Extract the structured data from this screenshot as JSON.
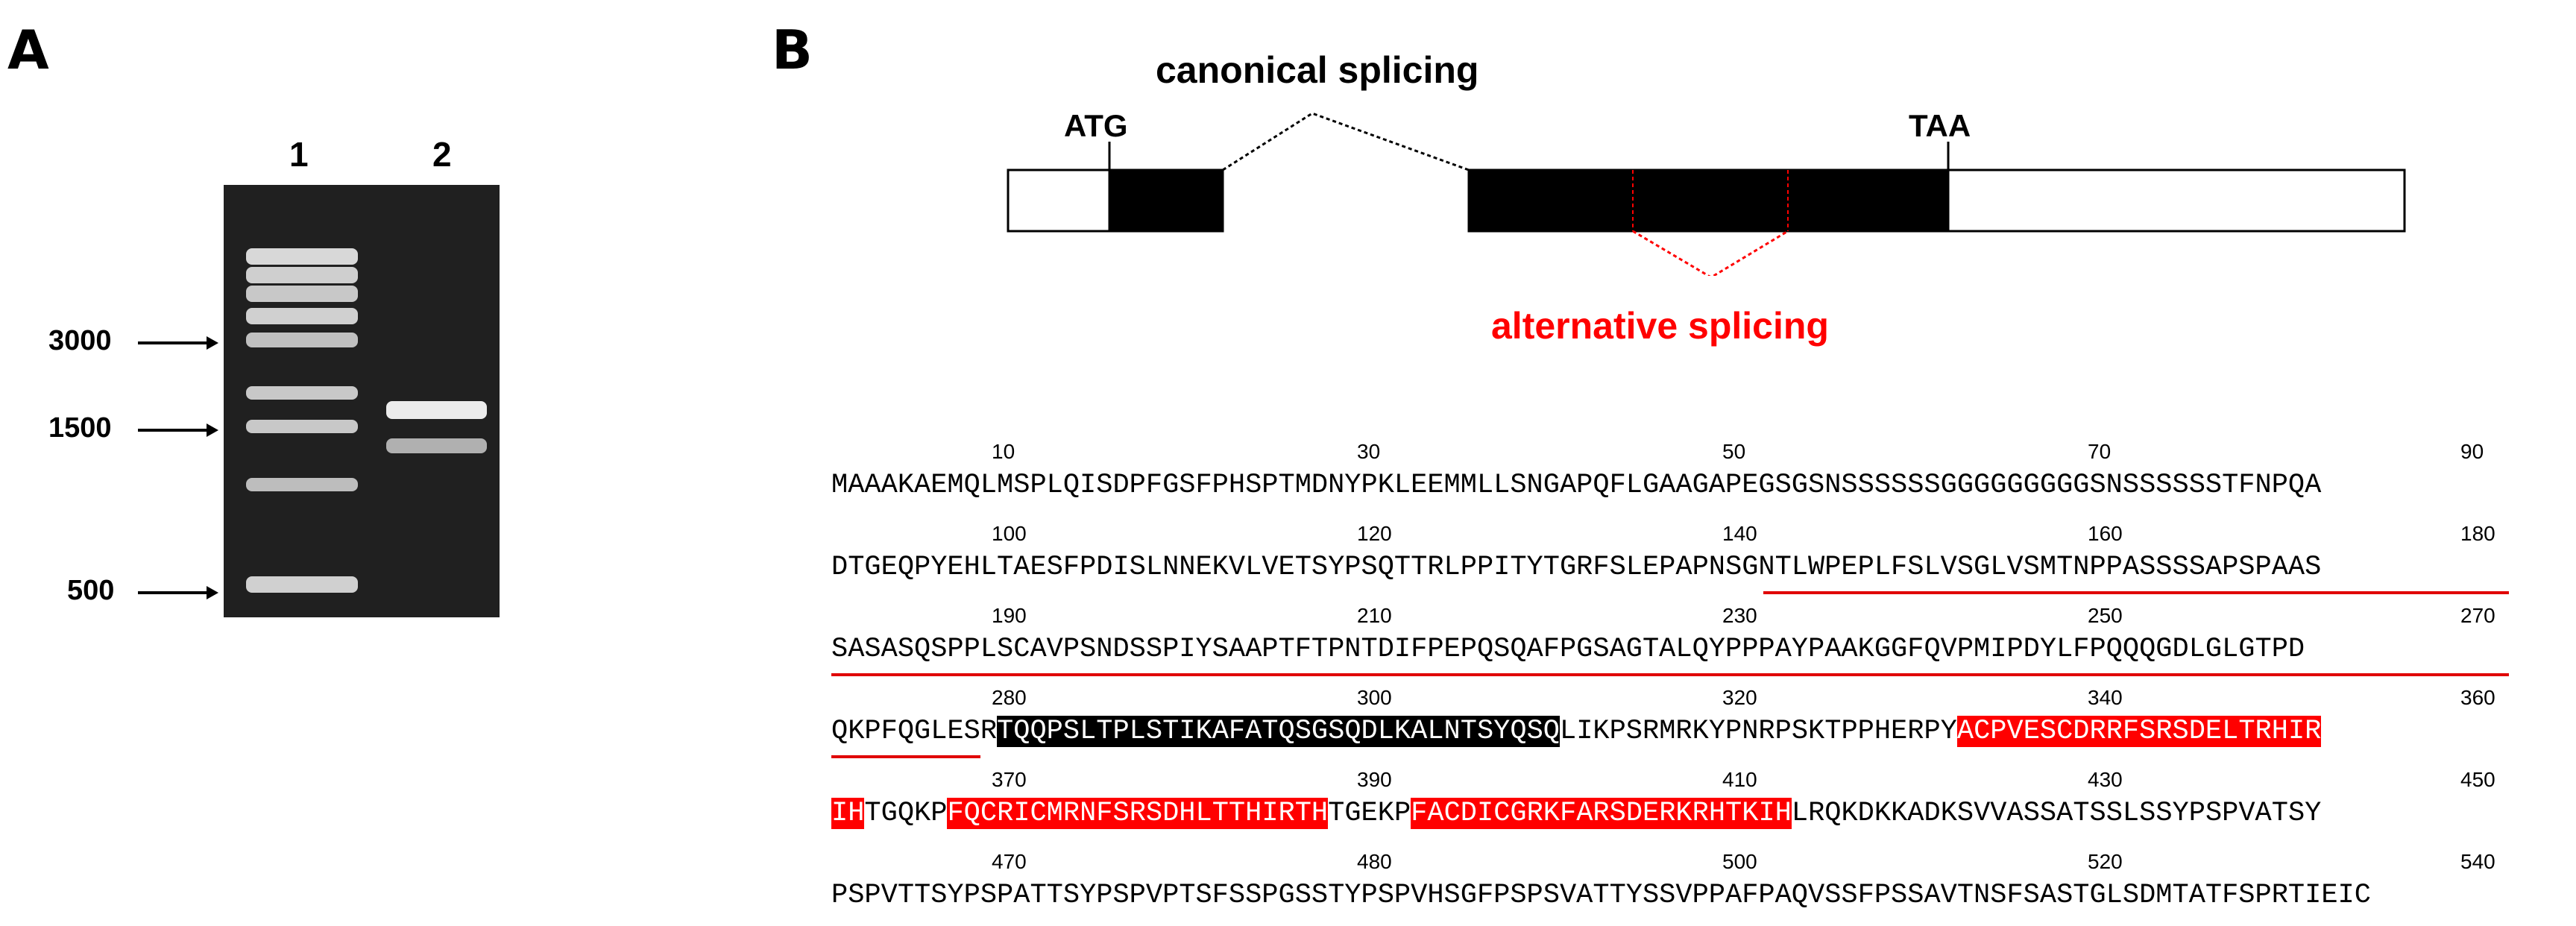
{
  "panel_a": {
    "letter": "A",
    "lanes": [
      "1",
      "2"
    ],
    "markers": [
      "3000",
      "1500",
      "500"
    ]
  },
  "panel_b": {
    "letter": "B",
    "canonical_label": "canonical splicing",
    "alternative_label": "alternative splicing",
    "start_codon": "ATG",
    "stop_codon": "TAA"
  },
  "sequence": {
    "lines": [
      {
        "numbers": [
          "10",
          "30",
          "50",
          "70",
          "90"
        ],
        "text": "MAAAKAEMQLMSPLQISDPFGSFPHSPTMDNYPKLEEMMLLSNGAPQFLGAAGAPEGSGSNSSSSSSGGGGGGGGGSNSSSSSSTFNPQA"
      },
      {
        "numbers": [
          "100",
          "120",
          "140",
          "160",
          "180"
        ],
        "text": "DTGEQPYEHLTAESFPDISLNNEKVLVETSYPSQTTRLPPITYTGRFSLEPAPNSGNTLWPEPLFSLVSGLVSMTNPPASSSSAPSPAAS"
      },
      {
        "numbers": [
          "190",
          "210",
          "230",
          "250",
          "270"
        ],
        "text": "SASASQSPPLSCAVPSNDSSPIYSAAPTFTPNTDIFPEPQSQAFPGSAGTALQYPPPAYPAAKGGFQVPMIPDYLFPQQQGDLGLGTPD"
      },
      {
        "numbers": [
          "280",
          "300",
          "320",
          "340",
          "360"
        ],
        "seg1": "QKPFQGLESR",
        "seg2": "TQQPSLTPLSTIKAFATQSGSQDLKALNTSYQSQ",
        "seg3": "LIKPSRMRKYPNRPSKTPPHERPY",
        "seg4": "ACPVESCDRRFSRSDELTRHIR"
      },
      {
        "numbers": [
          "370",
          "390",
          "410",
          "430",
          "450"
        ],
        "seg1": "IH",
        "seg2": "TGQKP",
        "seg3": "FQCRICMRNFSRSDHLTTHIRTH",
        "seg4": "TGEKP",
        "seg5": "FACDICGRKFARSDERKRHTKIH",
        "seg6": "LRQKDKKADKSVVASSATSSLSSYPSPVATSY"
      },
      {
        "numbers": [
          "470",
          "480",
          "500",
          "520",
          "540"
        ],
        "text": "PSPVTTSYPSPATTSYPSPVPTSFSSPGSSTYPSPVHSGFPSPSVATTYSSVPPAFPAQVSSFPSSAVTNSFSASTGLSDMTATFSPRTIEIC"
      }
    ]
  },
  "colors": {
    "red": "#ff0000",
    "black": "#000000"
  }
}
